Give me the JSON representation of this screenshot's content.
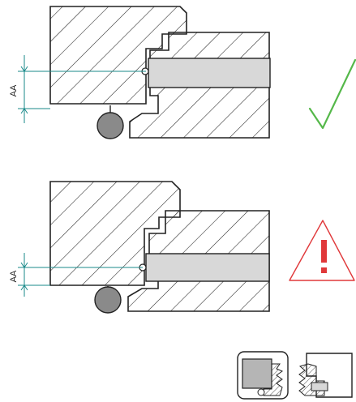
{
  "diagram": {
    "top_panel": {
      "dimension_label": "AA",
      "status": "correct",
      "status_icon": "check-mark-icon"
    },
    "bottom_panel": {
      "dimension_label": "AA",
      "status": "warning",
      "status_icon": "warning-triangle-icon"
    },
    "thumbnail_icon": "hinge-assembly-icon"
  },
  "colors": {
    "line": "#222222",
    "dimension": "#1a8a8a",
    "check": "#55b84a",
    "warning": "#e0383a",
    "pin": "#8a8a8a",
    "slot": "#d8d8d8"
  }
}
